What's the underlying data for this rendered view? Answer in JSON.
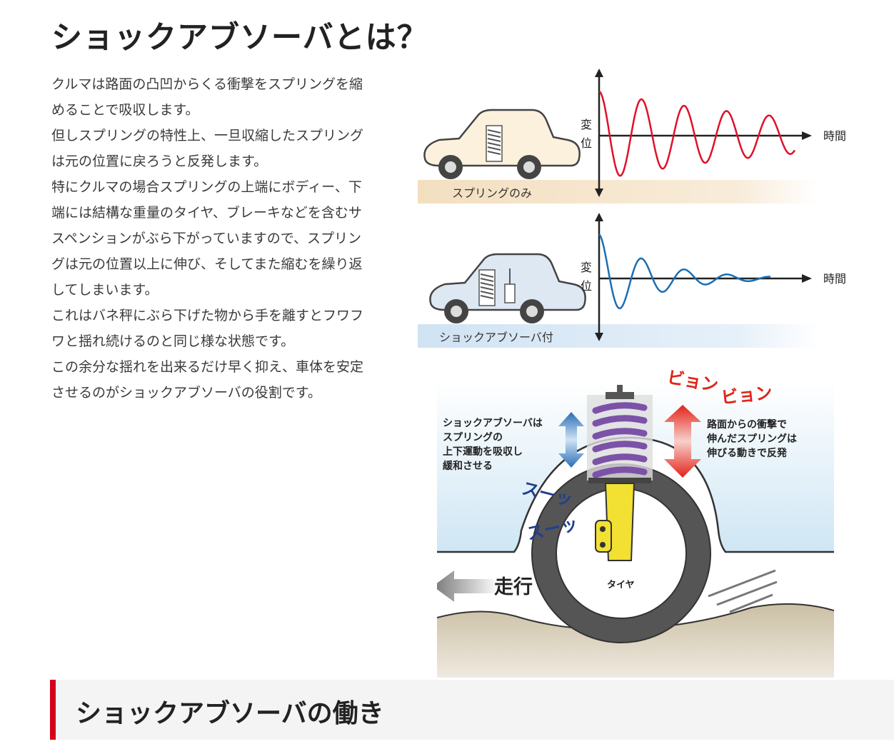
{
  "page_title": "ショックアブソーバとは？",
  "paragraphs": [
    "クルマは路面の凸凹からくる衝撃をスプリングを縮",
    "めることで吸収します。",
    "但しスプリングの特性上、一旦収縮したスプリング",
    "は元の位置に戻ろうと反発します。",
    "特にクルマの場合スプリングの上端にボディー、下",
    "端には結構な重量のタイヤ、ブレーキなどを含むサ",
    "スペンションがぶら下がっていますので、スプリン",
    "グは元の位置以上に伸び、そしてまた縮むを繰り返",
    "してしまいます。",
    "これはバネ秤にぶら下げた物から手を離すとフワフ",
    "ワと揺れ続けるのと同じ様な状態です。",
    "この余分な揺れを出来るだけ早く抑え、車体を安定",
    "させるのがショックアブソーバの役割です。"
  ],
  "graph_spring": {
    "y_label_1": "変",
    "y_label_2": "位",
    "x_label": "時間",
    "caption": "スプリングのみ",
    "line_color": "#e0102a",
    "band_color": "#f5e3c8"
  },
  "graph_shock": {
    "y_label_1": "変",
    "y_label_2": "位",
    "x_label": "時間",
    "caption": "ショックアブソーバ付",
    "line_color": "#1a6fb5",
    "band_color": "#d6e6f4"
  },
  "illustration": {
    "left_note": [
      "ショックアブソーバは",
      "スプリングの",
      "上下運動を吸収し",
      "緩和させる"
    ],
    "right_note": [
      "路面からの衝撃で",
      "伸んだスプリングは",
      "伸びる動きで反発"
    ],
    "boing_1": "ビョン",
    "boing_2": "ビョン",
    "suu_1": "スーッ",
    "suu_2": "スーッ",
    "drive_label": "走行",
    "tire_label": "タイヤ"
  },
  "section_heading": "ショックアブソーバの働き"
}
